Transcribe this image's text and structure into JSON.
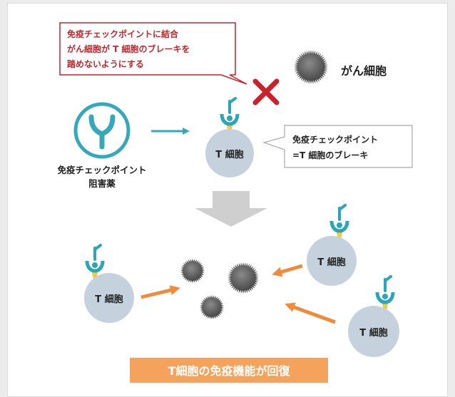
{
  "callout_top": {
    "lines": [
      "免疫チェックポイントに結合",
      "がん細胞が T 細胞のブレーキを",
      "踏めないようにする"
    ],
    "color": "#c0272d"
  },
  "cancer_cell_label": "がん細胞",
  "drug": {
    "label_lines": [
      "免疫チェックポイント",
      "阻害薬"
    ],
    "color": "#35a8b9"
  },
  "callout_right": {
    "lines": [
      "免疫チェックポイント",
      "=T 細胞のブレーキ"
    ]
  },
  "t_cell_label": "T 細胞",
  "result_banner": {
    "label": "T細胞の免疫機能が回復",
    "color": "#f5a25d"
  },
  "colors": {
    "t_cell": "#c5d2de",
    "receptor": "#2aa6b8",
    "stalk": "#f2c94c",
    "arrow_teal": "#35a8b9",
    "arrow_orange": "#f08a3c",
    "cross": "#c8232c",
    "big_arrow": "#cfcfcf",
    "cancer_cell": "#555555"
  },
  "icons": {
    "drug": "antibody-icon",
    "blocked": "cross-icon",
    "cancer": "spiky-cell-icon",
    "t_cell": "t-cell-icon"
  }
}
